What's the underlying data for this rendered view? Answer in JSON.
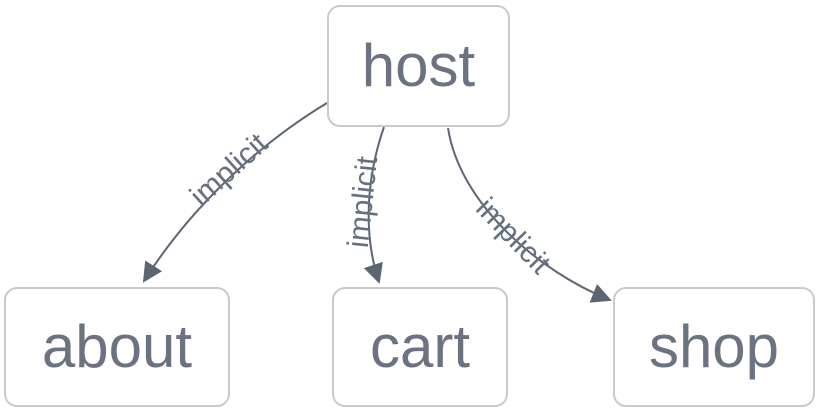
{
  "diagram": {
    "type": "flowchart-graph",
    "direction": "top-down",
    "nodes": [
      {
        "id": "host",
        "label": "host"
      },
      {
        "id": "about",
        "label": "about"
      },
      {
        "id": "cart",
        "label": "cart"
      },
      {
        "id": "shop",
        "label": "shop"
      }
    ],
    "edges": [
      {
        "from": "host",
        "to": "about",
        "label": "implicit",
        "arrow": "filled-triangle"
      },
      {
        "from": "host",
        "to": "cart",
        "label": "implicit",
        "arrow": "filled-triangle"
      },
      {
        "from": "host",
        "to": "shop",
        "label": "implicit",
        "arrow": "filled-triangle"
      }
    ],
    "colors": {
      "background": "#ffffff",
      "node_fill": "#ffffff",
      "node_border": "#c9cacc",
      "node_text": "#6b7280",
      "edge_line": "#5c6672",
      "edge_label_text": "#667080"
    }
  }
}
